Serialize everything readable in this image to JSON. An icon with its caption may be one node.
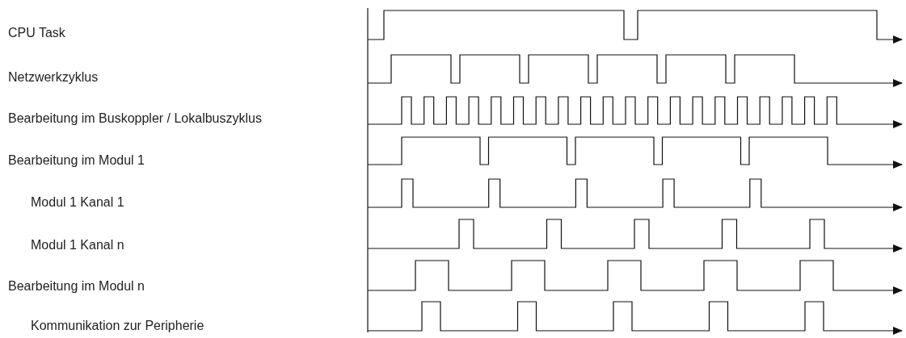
{
  "diagram": {
    "labels": [
      "CPU Task",
      "Netzwerkzyklus",
      "Bearbeitung im Buskoppler / Lokalbuszyklus",
      "Bearbeitung im Modul 1",
      "Modul 1 Kanal 1",
      "Modul 1 Kanal n",
      "Bearbeitung im Modul n",
      "Kommunikation zur Peripherie"
    ]
  }
}
